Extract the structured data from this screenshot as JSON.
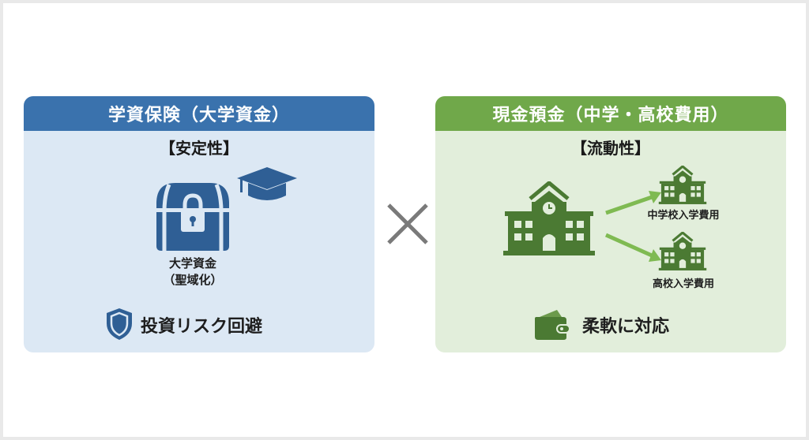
{
  "left_panel": {
    "title": "学資保険（大学資金）",
    "subtitle": "【安定性】",
    "icon_main": "treasure-chest-lock-icon",
    "icon_accent": "graduation-cap-icon",
    "caption_line1": "大学資金",
    "caption_line2": "（聖域化）",
    "footer_icon": "shield-icon",
    "footer_text": "投資リスク回避",
    "colors": {
      "header": "#3a72ad",
      "body": "#dce8f4",
      "icon": "#2f5f95"
    }
  },
  "operator": {
    "symbol": "times-icon",
    "color": "#7a7a7a"
  },
  "right_panel": {
    "title": "現金預金（中学・高校費用）",
    "subtitle": "【流動性】",
    "icon_main": "school-building-icon",
    "branches": [
      {
        "icon": "school-building-icon",
        "label": "中学校入学費用"
      },
      {
        "icon": "school-building-icon",
        "label": "高校入学費用"
      }
    ],
    "footer_icon": "wallet-icon",
    "footer_text": "柔軟に対応",
    "colors": {
      "header": "#70a84a",
      "body": "#e2eedb",
      "icon": "#4b7a33",
      "arrow": "#7fba52"
    }
  }
}
